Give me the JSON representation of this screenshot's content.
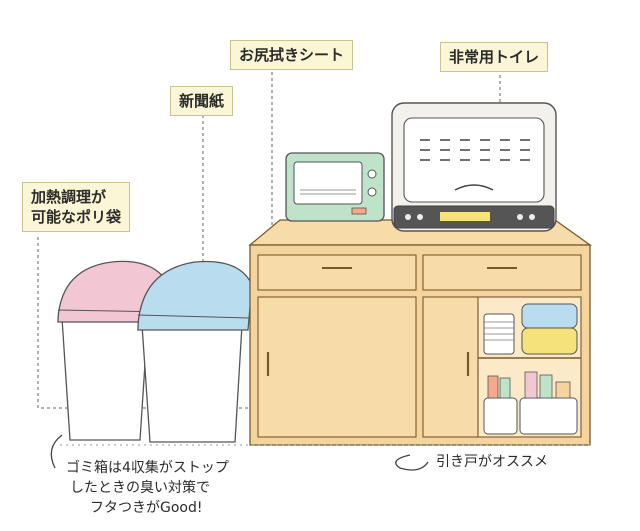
{
  "callouts": {
    "wipes": "お尻拭きシート",
    "emergency_toilet": "非常用トイレ",
    "newspaper": "新聞紙",
    "cooking_bag_line1": "加熱調理が",
    "cooking_bag_line2": "可能なポリ袋"
  },
  "notes": {
    "trash_line1": "ゴミ箱は4収集がストップ",
    "trash_line2": "したときの臭い対策で",
    "trash_line3": "フタつきがGood!",
    "sliding_door": "引き戸がオススメ"
  },
  "colors": {
    "cabinet": "#f4d39d",
    "cabinet_edge": "#b98d4e",
    "bin_pink_lid": "#f3c6d3",
    "bin_blue_lid": "#b9dcef",
    "toaster": "#bfe3c8",
    "oven": "#f3f1ec",
    "label_bg": "#fbf7d6"
  }
}
